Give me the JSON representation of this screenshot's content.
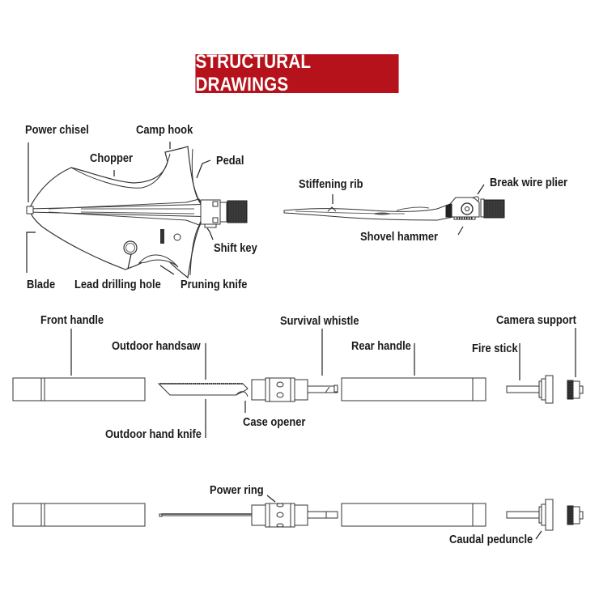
{
  "title": "STRUCTURAL DRAWINGS",
  "colors": {
    "banner": "#b5121b",
    "banner_text": "#ffffff",
    "label_text": "#1a1a1a",
    "line": "#333333"
  },
  "shovel_head_front": {
    "labels": {
      "power_chisel": "Power chisel",
      "camp_hook": "Camp hook",
      "chopper": "Chopper",
      "pedal": "Pedal",
      "shift_key": "Shift key",
      "blade": "Blade",
      "lead_drilling_hole": "Lead drilling hole",
      "pruning_knife": "Pruning knife"
    }
  },
  "shovel_head_side": {
    "labels": {
      "stiffening_rib": "Stiffening rib",
      "break_wire_plier": "Break wire plier",
      "shovel_hammer": "Shovel hammer"
    }
  },
  "handle_assembly_1": {
    "labels": {
      "front_handle": "Front handle",
      "outdoor_handsaw": "Outdoor handsaw",
      "survival_whistle": "Survival whistle",
      "rear_handle": "Rear handle",
      "fire_stick": "Fire stick",
      "camera_support": "Camera support",
      "outdoor_hand_knife": "Outdoor hand knife",
      "case_opener": "Case opener"
    }
  },
  "handle_assembly_2": {
    "labels": {
      "power_ring": "Power ring",
      "caudal_peduncle": "Caudal peduncle"
    }
  }
}
